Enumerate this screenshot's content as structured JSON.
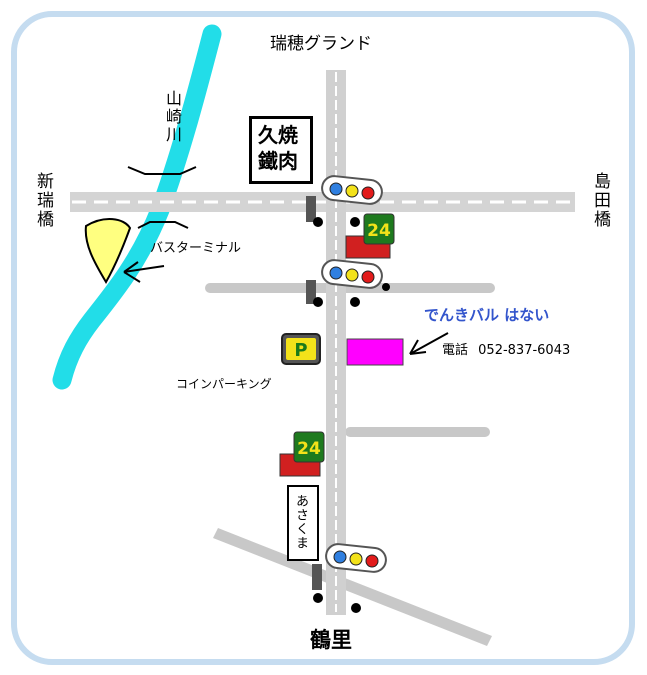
{
  "labels": {
    "north": "瑞穂グランド",
    "south": "鶴里",
    "west_bridge": "新瑞橋",
    "east_bridge": "島田橋",
    "river": "山崎川",
    "bus_terminal": "バスターミナル",
    "coin_parking": "コインパーキング",
    "restaurant_yakiniku": "久焼鐵肉",
    "restaurant_yakiniku_line1": "久焼",
    "restaurant_yakiniku_line2": "鐵肉",
    "restaurant_asakuma": "あさくま",
    "shop_name": "でんきバル はない",
    "phone_label": "電話",
    "phone_number": "052-837-6043",
    "parking_sign": "P",
    "store_24": "24"
  },
  "colors": {
    "river": "#22dde8",
    "frame": "#c5dcf0",
    "road_gray": "#c8c8c8",
    "road_main": "#c8c8c8",
    "shop_marker": "#ff00ff",
    "shop_name_text": "#3355cc",
    "bus_terminal": "#ffff80"
  },
  "icons": [
    "traffic-light-icon",
    "convenience-store-24-icon",
    "parking-icon",
    "arrow-icon"
  ]
}
